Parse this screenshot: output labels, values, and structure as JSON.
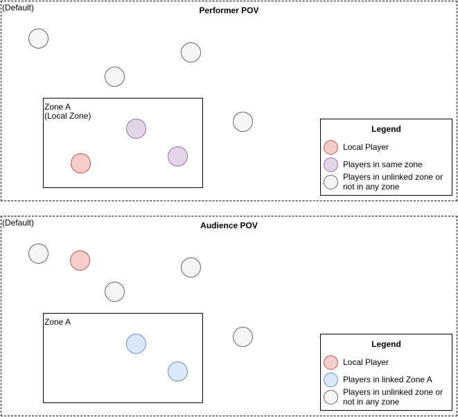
{
  "colors": {
    "neutral_fill": "#f5f5f5",
    "neutral_stroke": "#666666",
    "local_fill": "#f8cecc",
    "local_stroke": "#b85450",
    "same_zone_fill": "#e1d5e7",
    "same_zone_stroke": "#9673a6",
    "linked_fill": "#dae8fc",
    "linked_stroke": "#6c8ebf"
  },
  "performer": {
    "default_label": "(Default)",
    "title": "Performer POV",
    "zone_label_line1": "Zone A",
    "zone_label_line2": "(Local Zone)",
    "legend": {
      "title": "Legend",
      "items": [
        {
          "label": "Local Player",
          "kind": "local"
        },
        {
          "label": "Players in same zone",
          "kind": "same_zone"
        },
        {
          "label": "Players in unlinked zone or not in any zone",
          "kind": "neutral"
        }
      ]
    }
  },
  "audience": {
    "default_label": "(Default)",
    "title": "Audience POV",
    "zone_label_line1": "Zone A",
    "legend": {
      "title": "Legend",
      "items": [
        {
          "label": "Local Player",
          "kind": "local"
        },
        {
          "label": "Players in linked Zone A",
          "kind": "linked"
        },
        {
          "label": "Players in unlinked zone or not in any zone",
          "kind": "neutral"
        }
      ]
    }
  }
}
